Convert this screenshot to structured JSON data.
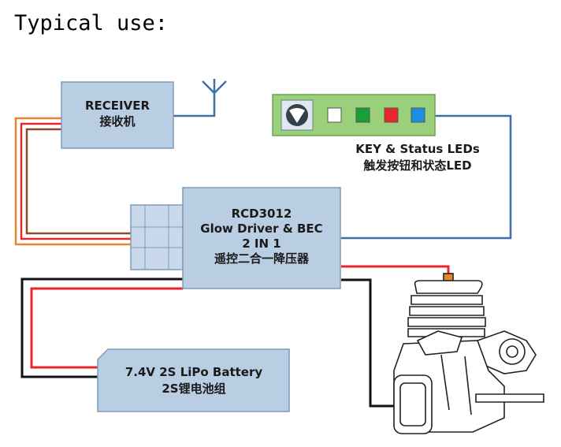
{
  "title": "Typical use:",
  "receiver": {
    "line1": "RECEIVER",
    "line2": "接收机"
  },
  "leds": {
    "line1": "KEY & Status LEDs",
    "line2": "触发按钮和状态LED"
  },
  "rcd": {
    "line1": "RCD3012",
    "line2": "Glow Driver & BEC",
    "line3": "2 IN 1",
    "line4": "遥控二合一降压器"
  },
  "battery": {
    "line1": "7.4V 2S LiPo Battery",
    "line2": "2S锂电池组"
  },
  "colors": {
    "box_fill": "#b9cde3",
    "box_stroke": "#7f9bbb",
    "led_panel": "#9bd07a",
    "wire_blue": "#3d6fa8",
    "wire_red": "#e8262c",
    "wire_black": "#111111",
    "wire_orange": "#e8862c",
    "wire_brown": "#8a4b2a",
    "led_white": "#ffffff",
    "led_green": "#1a9e3a",
    "led_red": "#e8262c",
    "led_blue": "#1b8fe0"
  },
  "icons": [
    "antenna-icon",
    "key-button-icon",
    "glow-engine-icon"
  ]
}
